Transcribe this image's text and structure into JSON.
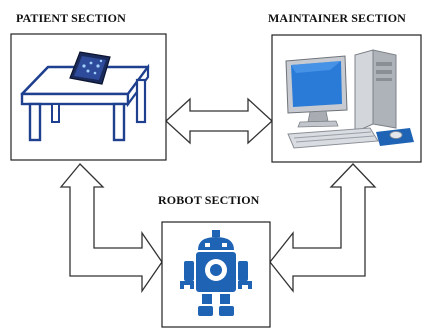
{
  "sections": {
    "patient": {
      "title": "PATIENT SECTION",
      "icon": "tablet-on-table-icon"
    },
    "maintainer": {
      "title": "MAINTAINER SECTION",
      "icon": "desktop-computer-icon"
    },
    "robot": {
      "title": "ROBOT SECTION",
      "icon": "robot-icon"
    }
  },
  "connections": [
    {
      "from": "patient",
      "to": "maintainer",
      "direction": "bidirectional"
    },
    {
      "from": "patient",
      "to": "robot",
      "direction": "bidirectional"
    },
    {
      "from": "maintainer",
      "to": "robot",
      "direction": "bidirectional"
    }
  ],
  "colors": {
    "box_border": "#222222",
    "table_stroke": "#1f3f8f",
    "robot_blue": "#1e63b4",
    "tablet_dark": "#1a2a5a",
    "monitor_screen": "#2a7bd8",
    "computer_gray": "#bfc3c9"
  }
}
